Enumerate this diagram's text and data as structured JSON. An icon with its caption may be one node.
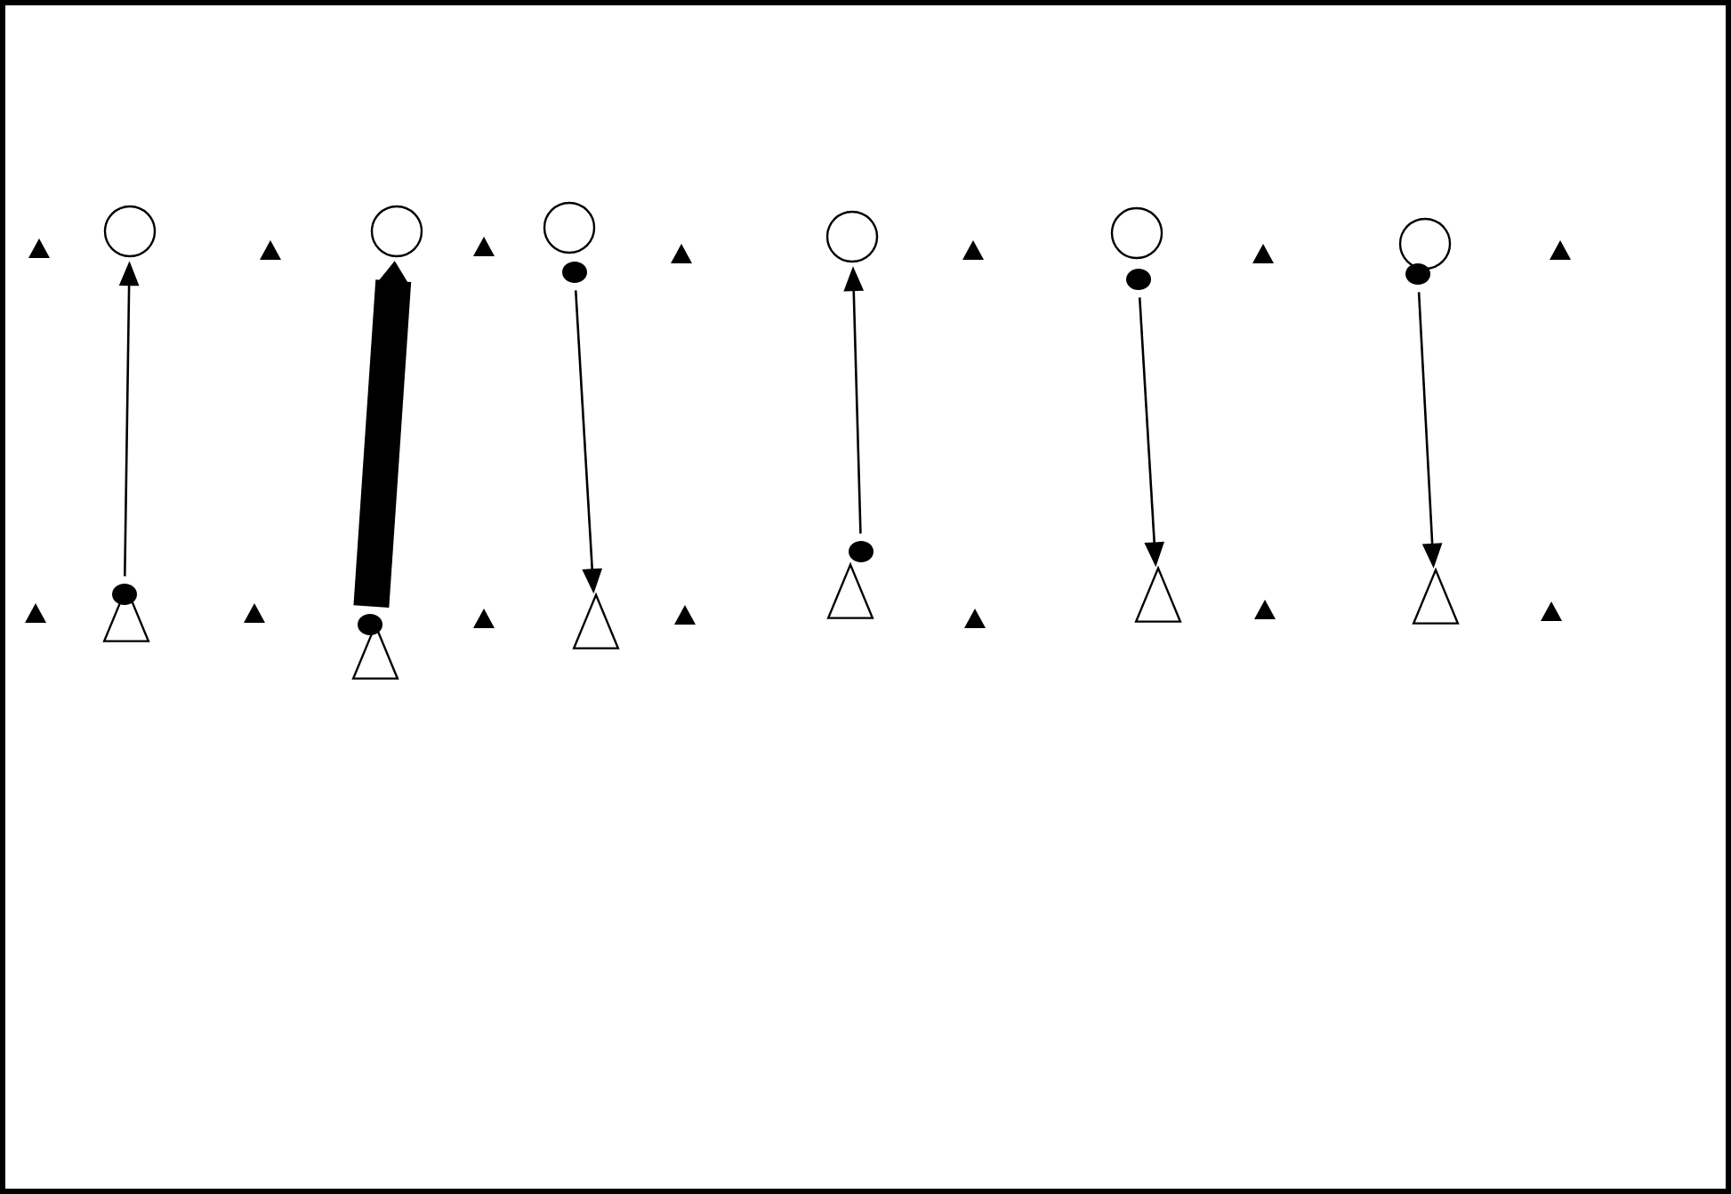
{
  "diagram": {
    "nodes": [
      {
        "text": [],
        "shape": "circle"
      },
      {
        "text": [],
        "shape": "circle"
      },
      {
        "text": [],
        "shape": "circle"
      },
      {
        "text": [],
        "shape": "circle"
      },
      {
        "text": [],
        "shape": "circle"
      },
      {
        "text": [],
        "shape": "circle"
      },
      {
        "text": [],
        "shape": "dot"
      },
      {
        "text": [],
        "shape": "dot"
      },
      {
        "text": [],
        "shape": "dot"
      },
      {
        "text": [],
        "shape": "dot"
      },
      {
        "text": [],
        "shape": "dot"
      },
      {
        "text": [],
        "shape": "dot"
      },
      {
        "text": [],
        "shape": "triangle"
      },
      {
        "text": [],
        "shape": "triangle"
      },
      {
        "text": [],
        "shape": "triangle"
      },
      {
        "text": [],
        "shape": "triangle"
      },
      {
        "text": [],
        "shape": "triangle"
      },
      {
        "text": [],
        "shape": "triangle"
      }
    ],
    "edges": [
      {
        "from": 6,
        "to": 0,
        "arrow": "to"
      },
      {
        "from": 7,
        "to": 1,
        "arrow": "to",
        "style": "thick"
      },
      {
        "from": 8,
        "to": 14,
        "arrow": "to"
      },
      {
        "from": 9,
        "to": 3,
        "arrow": "to"
      },
      {
        "from": 10,
        "to": 16,
        "arrow": "to"
      },
      {
        "from": 11,
        "to": 17,
        "arrow": "to"
      }
    ]
  }
}
